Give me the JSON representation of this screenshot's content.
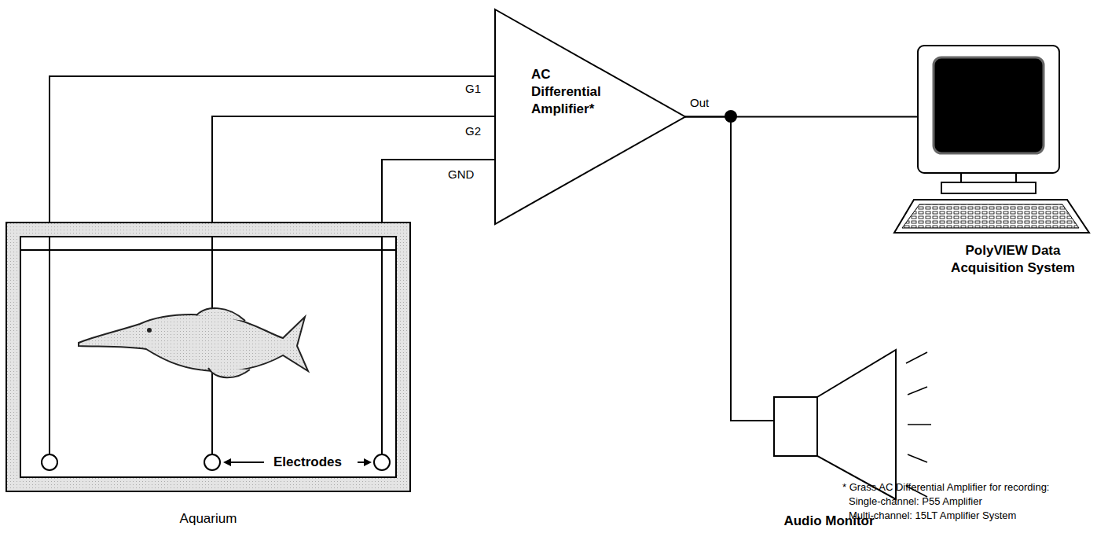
{
  "diagram": {
    "nodes": [
      {
        "text": [
          "Aquarium"
        ]
      },
      {
        "text": [
          "AC Differential Amplifier*"
        ]
      },
      {
        "text": [
          "PolyVIEW Data Acquisition System"
        ]
      },
      {
        "text": [
          "Audio Monitor"
        ]
      }
    ],
    "edges": [
      {
        "from": 0,
        "to": 1,
        "arrow": "none"
      },
      {
        "from": 0,
        "to": 1,
        "arrow": "none"
      },
      {
        "from": 0,
        "to": 1,
        "arrow": "none"
      },
      {
        "from": 1,
        "to": 2,
        "arrow": "none"
      },
      {
        "from": 1,
        "to": 3,
        "arrow": "none"
      }
    ],
    "labels": [
      "G1",
      "G2",
      "GND",
      "Out",
      "Electrodes",
      "* Grass AC Differential Amplifier for recording:",
      "Single-channel: P55 Amplifier",
      "Multi-channel: 15LT Amplifier System"
    ]
  }
}
